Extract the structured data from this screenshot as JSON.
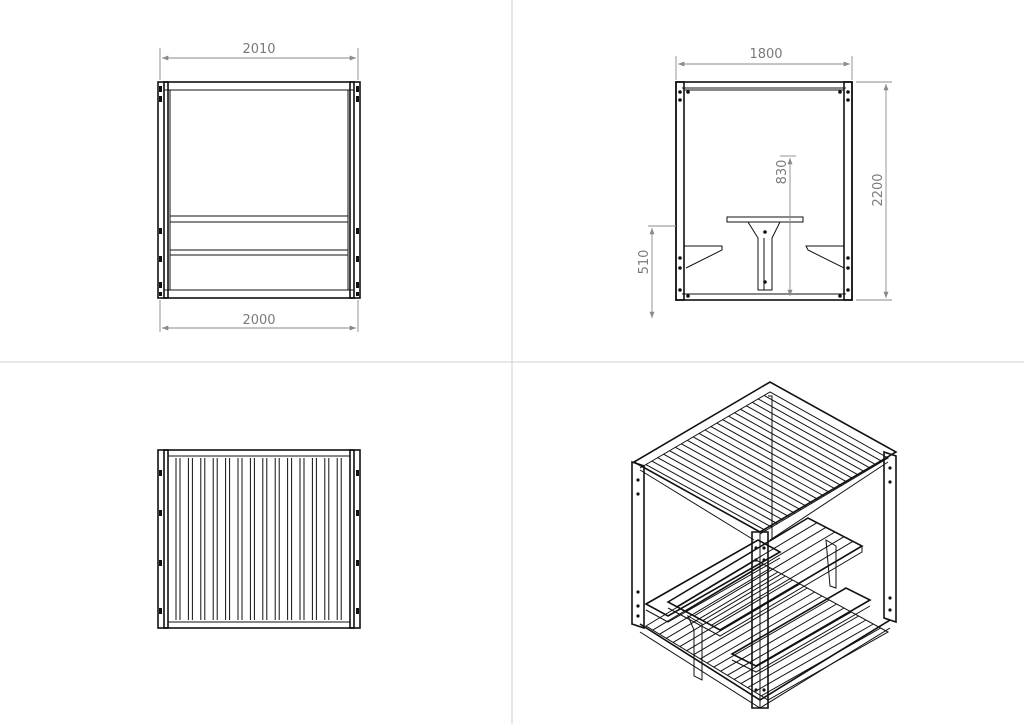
{
  "views": {
    "front": {
      "dim_top": "2010",
      "dim_bottom": "2000"
    },
    "side": {
      "dim_width": "1800",
      "dim_height": "2200",
      "dim_table": "830",
      "dim_bench": "510"
    },
    "top": {},
    "iso": {}
  }
}
